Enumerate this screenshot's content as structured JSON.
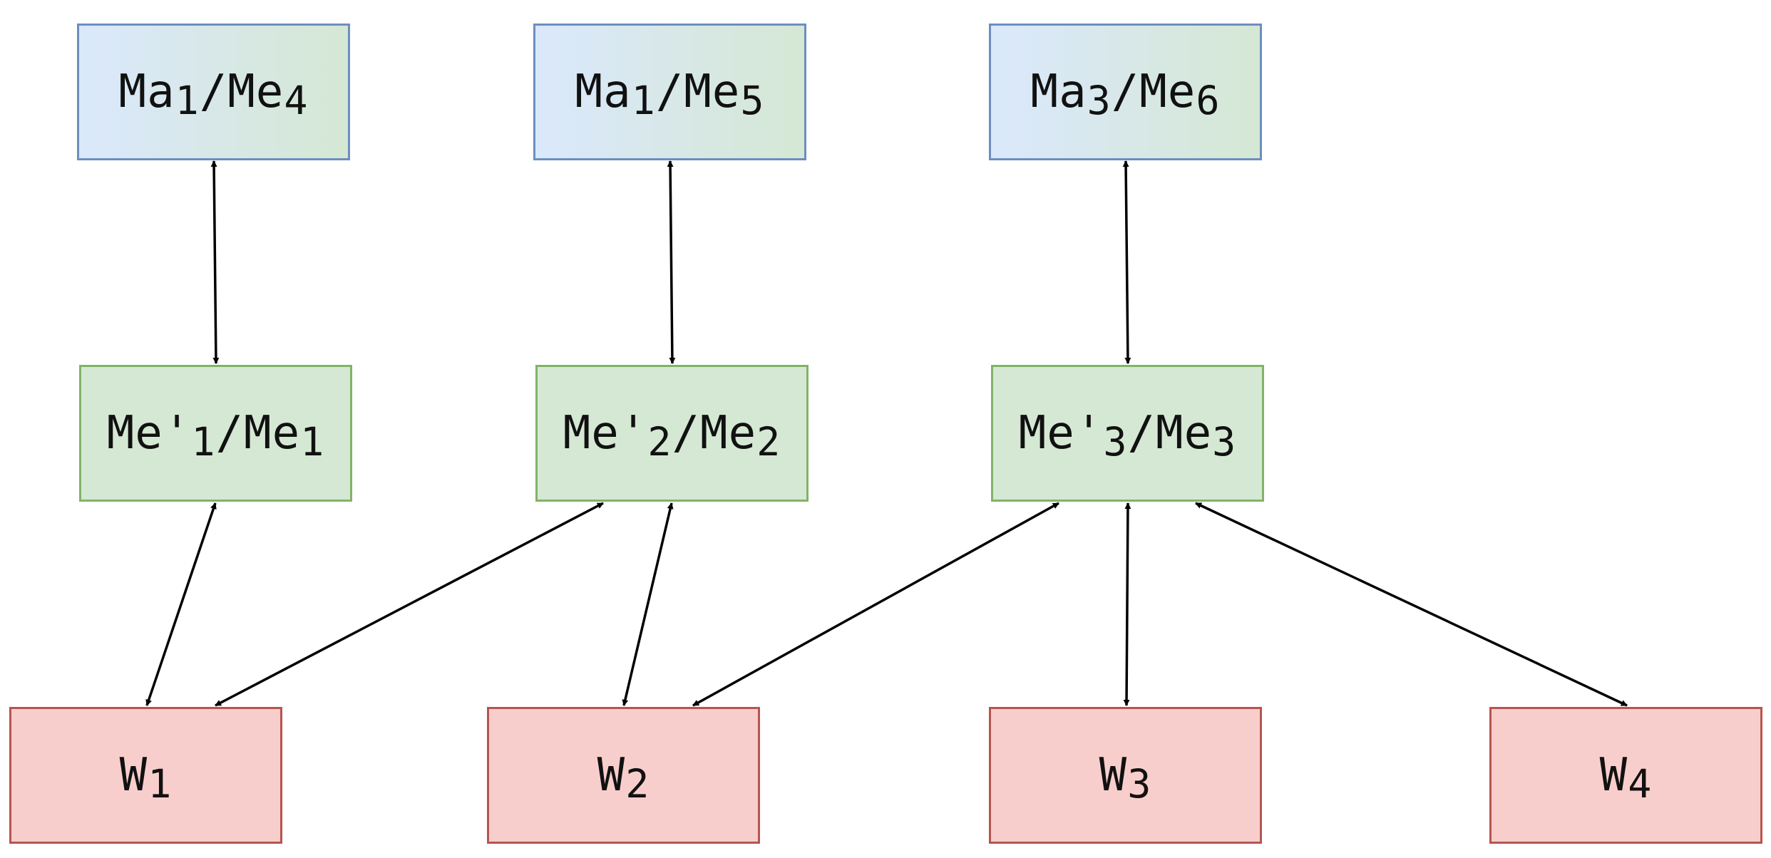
{
  "nodes": {
    "ma1": {
      "base": "Ma",
      "s1": "1",
      "mid": "/Me",
      "s2": "4"
    },
    "ma2": {
      "base": "Ma",
      "s1": "1",
      "mid": "/Me",
      "s2": "5"
    },
    "ma3": {
      "base": "Ma",
      "s1": "3",
      "mid": "/Me",
      "s2": "6"
    },
    "me1": {
      "base": "Me'",
      "s1": "1",
      "mid": "/Me",
      "s2": "1"
    },
    "me2": {
      "base": "Me'",
      "s1": "2",
      "mid": "/Me",
      "s2": "2"
    },
    "me3": {
      "base": "Me'",
      "s1": "3",
      "mid": "/Me",
      "s2": "3"
    },
    "w1": {
      "base": "W",
      "s1": "1"
    },
    "w2": {
      "base": "W",
      "s1": "2"
    },
    "w3": {
      "base": "W",
      "s1": "3"
    },
    "w4": {
      "base": "W",
      "s1": "4"
    }
  },
  "edges": [
    {
      "from": "ma1",
      "to": "me1",
      "direction": "both"
    },
    {
      "from": "ma2",
      "to": "me2",
      "direction": "both"
    },
    {
      "from": "ma3",
      "to": "me3",
      "direction": "both"
    },
    {
      "from": "me1",
      "to": "w1",
      "direction": "both"
    },
    {
      "from": "me2",
      "to": "w1",
      "direction": "both"
    },
    {
      "from": "me2",
      "to": "w2",
      "direction": "both"
    },
    {
      "from": "me3",
      "to": "w2",
      "direction": "both"
    },
    {
      "from": "me3",
      "to": "w3",
      "direction": "both"
    },
    {
      "from": "me3",
      "to": "w4",
      "direction": "both"
    }
  ],
  "colors": {
    "ma_border": "#6c8ebf",
    "ma_fill_start": "#dae8fc",
    "ma_fill_end": "#d5e8d4",
    "me_border": "#82b366",
    "me_fill": "#d5e8d4",
    "w_border": "#b85450",
    "w_fill": "#f8cecc",
    "edge": "#000000"
  }
}
